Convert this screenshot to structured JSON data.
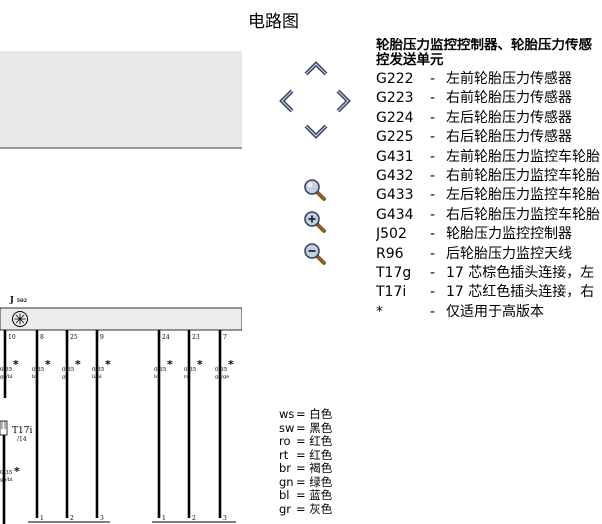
{
  "title": "电路图",
  "legend": {
    "heading": [
      "轮胎压力监控控制器、轮胎压力传感",
      "控发送单元"
    ],
    "items": [
      {
        "code": "G222",
        "desc": "左前轮胎压力传感器"
      },
      {
        "code": "G223",
        "desc": "右前轮胎压力传感器"
      },
      {
        "code": "G224",
        "desc": "左后轮胎压力传感器"
      },
      {
        "code": "G225",
        "desc": "右后轮胎压力传感器"
      },
      {
        "code": "G431",
        "desc": "左前轮胎压力监控车轮胎"
      },
      {
        "code": "G432",
        "desc": "右前轮胎压力监控车轮胎"
      },
      {
        "code": "G433",
        "desc": "左后轮胎压力监控车轮胎"
      },
      {
        "code": "G434",
        "desc": "右后轮胎压力监控车轮胎"
      },
      {
        "code": "J502",
        "desc": "轮胎压力监控控制器"
      },
      {
        "code": "R96",
        "desc": "后轮胎压力监控天线"
      },
      {
        "code": "T17g",
        "desc": "17 芯棕色插头连接，左"
      },
      {
        "code": "T17i",
        "desc": "17 芯红色插头连接，右"
      },
      {
        "code": "*",
        "desc": "仅适用于高版本"
      }
    ],
    "dash": "-"
  },
  "colors": [
    {
      "code": "ws",
      "name": "白色"
    },
    {
      "code": "sw",
      "name": "黑色"
    },
    {
      "code": "ro",
      "name": "红色"
    },
    {
      "code": "rt",
      "name": "红色"
    },
    {
      "code": "br",
      "name": "褐色"
    },
    {
      "code": "gn",
      "name": "绿色"
    },
    {
      "code": "bl",
      "name": "蓝色"
    },
    {
      "code": "gr",
      "name": "灰色"
    }
  ],
  "color_eq": "=",
  "diagram": {
    "component": "J",
    "component_sub": "502",
    "connector": "T17i",
    "connector_sub": "/14",
    "wires": [
      {
        "pin": "10",
        "size": "0,35",
        "color": "ge/bl",
        "star": "*",
        "bottom_pin": ""
      },
      {
        "pin": "8",
        "size": "0,35",
        "color": "br",
        "star": "*",
        "bottom_pin": "1"
      },
      {
        "pin": "25",
        "size": "0,35",
        "color": "ge",
        "star": "*",
        "bottom_pin": "2"
      },
      {
        "pin": "9",
        "size": "0,35",
        "color": "li/bl",
        "star": "*",
        "bottom_pin": "3"
      },
      {
        "pin": "24",
        "size": "0,35",
        "color": "br",
        "star": "*",
        "bottom_pin": "1"
      },
      {
        "pin": "23",
        "size": "0,35",
        "color": "ro",
        "star": "*",
        "bottom_pin": "2"
      },
      {
        "pin": "7",
        "size": "0,35",
        "color": "gn/ge",
        "star": "*",
        "bottom_pin": "3"
      }
    ],
    "lower_wire": {
      "size": "0,35",
      "color": "ge/bl",
      "star": "*"
    }
  }
}
